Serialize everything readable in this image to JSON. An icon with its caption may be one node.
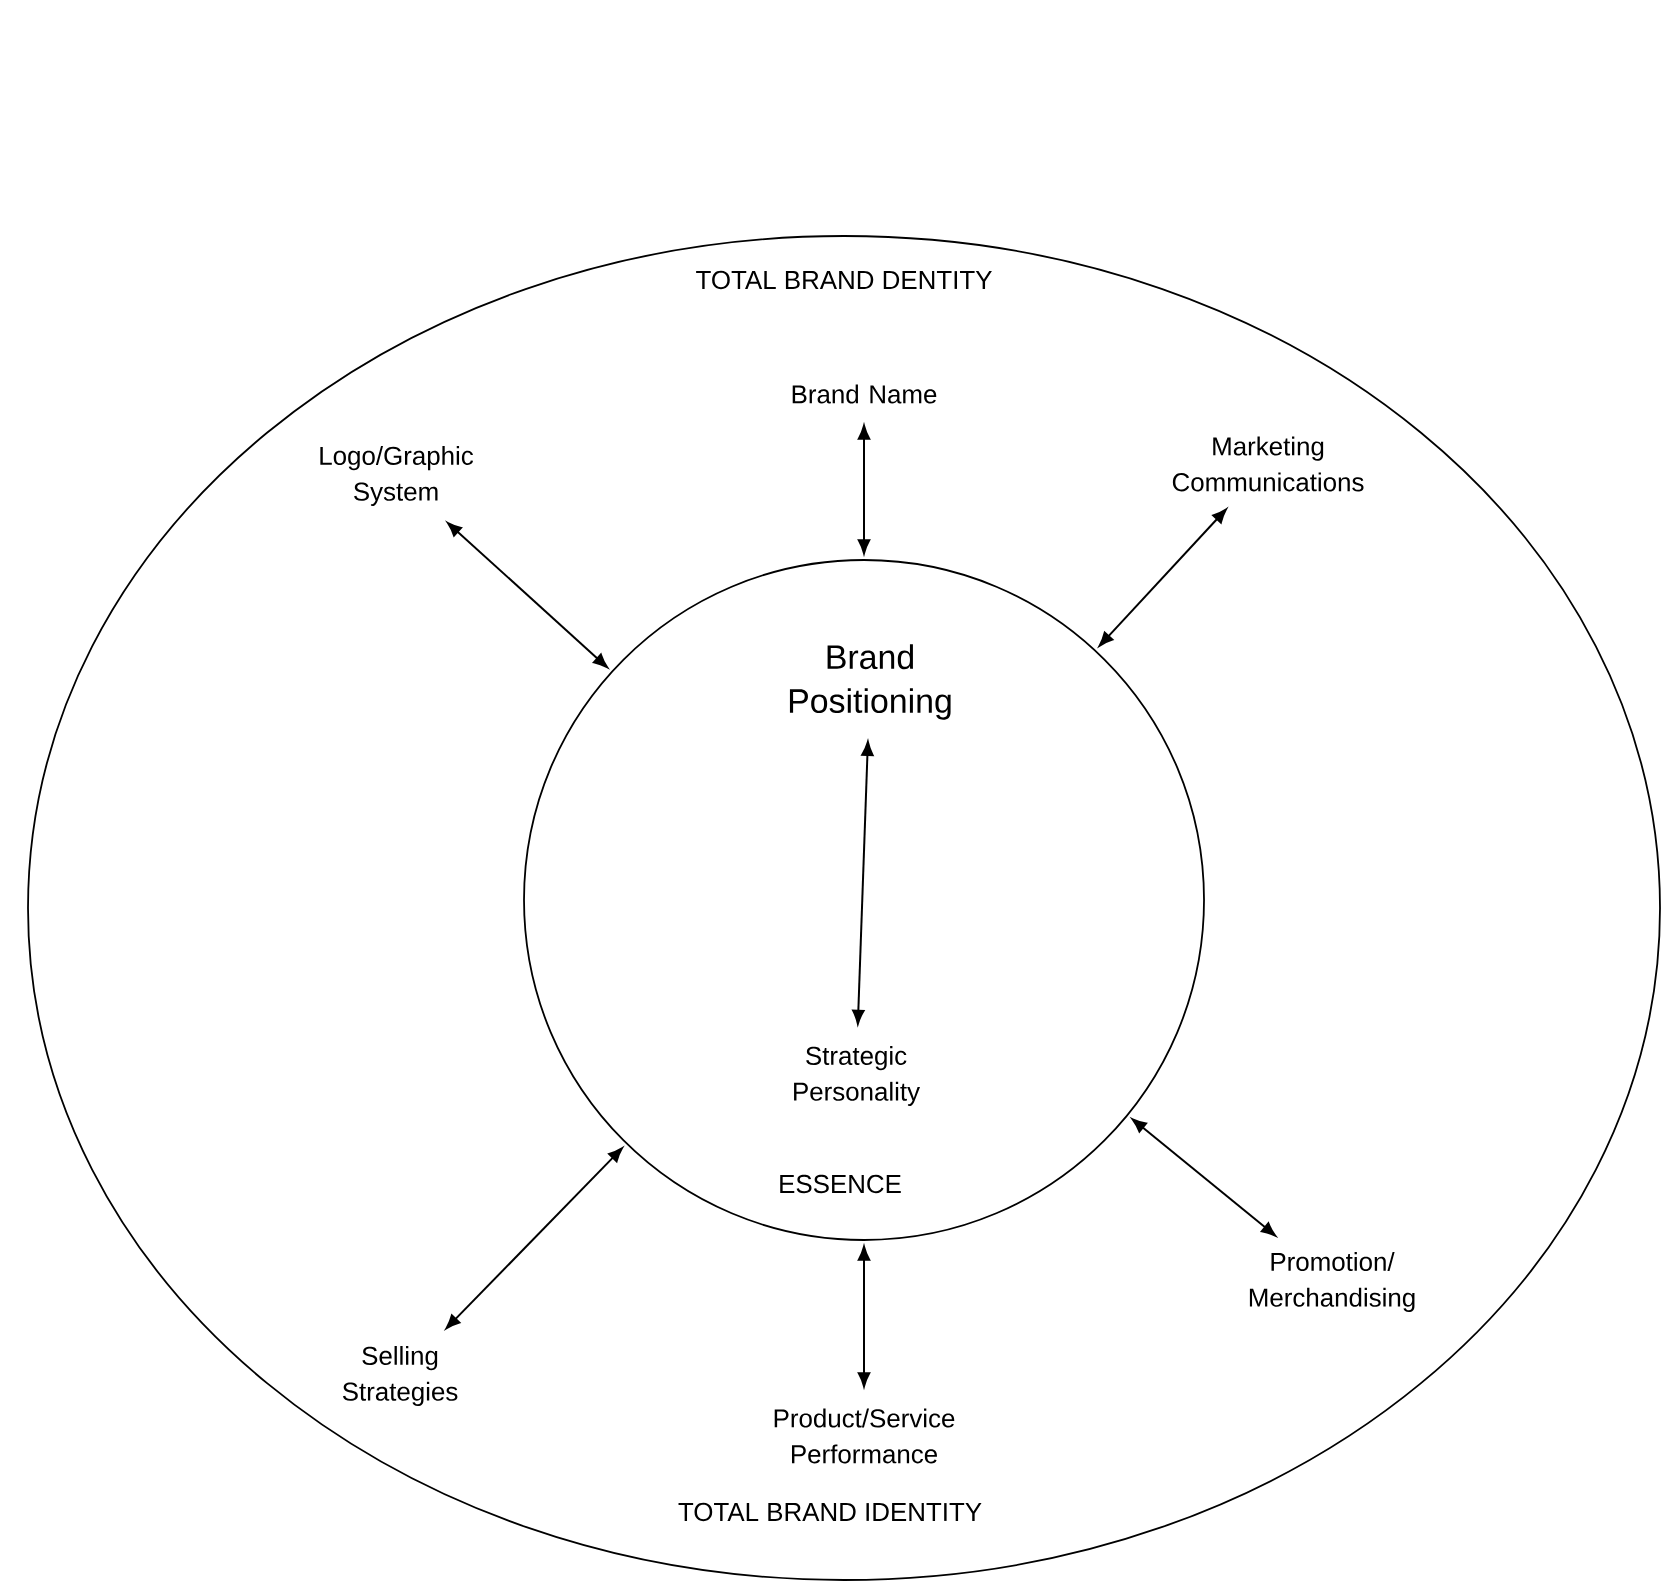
{
  "diagram": {
    "nodes": [
      {
        "text": [
          "TOTAL BRAND DENTITY",
          "TOTAL BRAND IDENTITY"
        ]
      },
      {
        "text": [
          "ESSENCE"
        ],
        "in": 0
      },
      {
        "text": [
          "Brand Name"
        ],
        "in": 0
      },
      {
        "text": [
          "Logo/Graphic System"
        ],
        "in": 0
      },
      {
        "text": [
          "Marketing Communications"
        ],
        "in": 0
      },
      {
        "text": [
          "Brand Positioning"
        ],
        "in": 1
      },
      {
        "text": [
          "Strategic Personality"
        ],
        "in": 1
      },
      {
        "text": [
          "Selling Strategies"
        ],
        "in": 0
      },
      {
        "text": [
          "Promotion/ Merchandising"
        ],
        "in": 0
      },
      {
        "text": [
          "Product/Service Performance"
        ],
        "in": 0
      }
    ],
    "edges": [
      {
        "from": 2,
        "to": 1,
        "arrow": "both"
      },
      {
        "from": 3,
        "to": 1,
        "arrow": "both"
      },
      {
        "from": 4,
        "to": 1,
        "arrow": "both"
      },
      {
        "from": 5,
        "to": 6,
        "arrow": "both"
      },
      {
        "from": 7,
        "to": 1,
        "arrow": "both"
      },
      {
        "from": 8,
        "to": 1,
        "arrow": "both"
      },
      {
        "from": 9,
        "to": 1,
        "arrow": "both"
      }
    ]
  }
}
